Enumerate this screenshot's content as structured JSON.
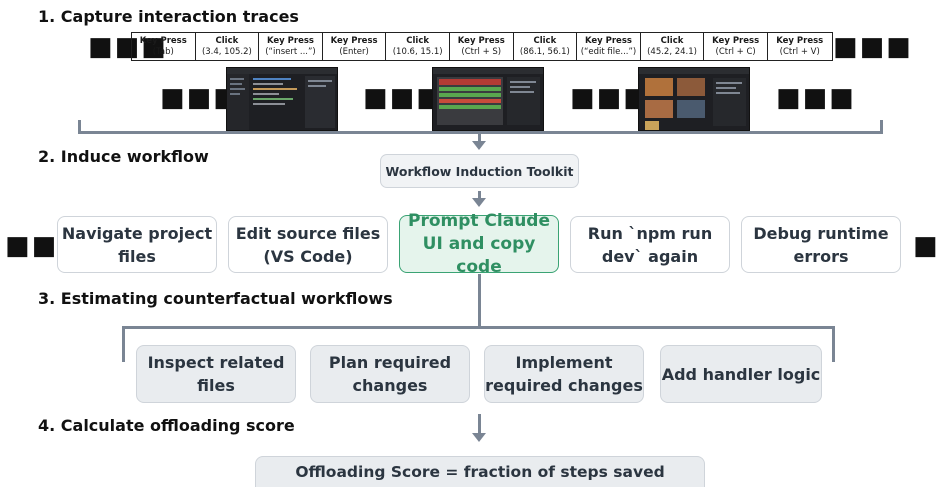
{
  "headings": {
    "step1": "1. Capture interaction traces",
    "step2": "2. Induce workflow",
    "step3": "3. Estimating counterfactual workflows",
    "step4": "4. Calculate offloading score"
  },
  "ellipsis": "■■■",
  "events": [
    {
      "type": "Key Press",
      "detail": "(Tab)"
    },
    {
      "type": "Click",
      "detail": "(3.4, 105.2)"
    },
    {
      "type": "Key Press",
      "detail": "(“insert ...”)"
    },
    {
      "type": "Key Press",
      "detail": "(Enter)"
    },
    {
      "type": "Click",
      "detail": "(10.6, 15.1)"
    },
    {
      "type": "Key Press",
      "detail": "(Ctrl + S)"
    },
    {
      "type": "Click",
      "detail": "(86.1, 56.1)"
    },
    {
      "type": "Key Press",
      "detail": "(“edit file...”)"
    },
    {
      "type": "Click",
      "detail": "(45.2, 24.1)"
    },
    {
      "type": "Key Press",
      "detail": "(Ctrl + C)"
    },
    {
      "type": "Key Press",
      "detail": "(Ctrl + V)"
    }
  ],
  "toolkit": "Workflow Induction Toolkit",
  "workflow_steps": [
    "Navigate project files",
    "Edit source files (VS Code)",
    "Prompt Claude UI and copy code",
    "Run `npm run dev` again",
    "Debug runtime errors"
  ],
  "counterfactual_steps": [
    "Inspect related files",
    "Plan required changes",
    "Implement required changes",
    "Add handler logic"
  ],
  "score_label": "Offloading Score = fraction of steps saved",
  "colors": {
    "highlight_border": "#3aa374",
    "highlight_bg": "#e5f4ec",
    "connector": "#7a8594",
    "grey_box": "#e9ecef"
  }
}
